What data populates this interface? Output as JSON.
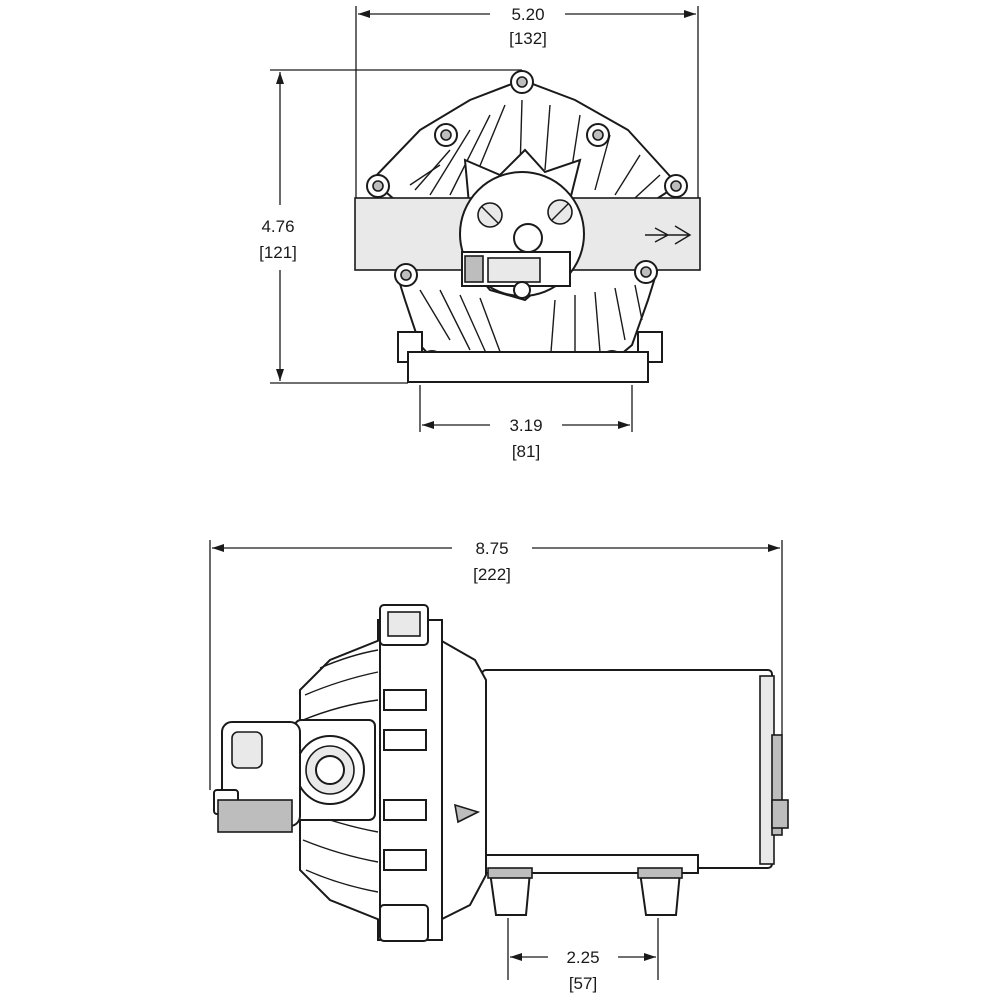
{
  "dimensions": {
    "top_width": {
      "inches": "5.20",
      "mm": "[132]"
    },
    "top_height": {
      "inches": "4.76",
      "mm": "[121]"
    },
    "top_base": {
      "inches": "3.19",
      "mm": "[81]"
    },
    "side_length": {
      "inches": "8.75",
      "mm": "[222]"
    },
    "side_feet": {
      "inches": "2.25",
      "mm": "[57]"
    }
  }
}
